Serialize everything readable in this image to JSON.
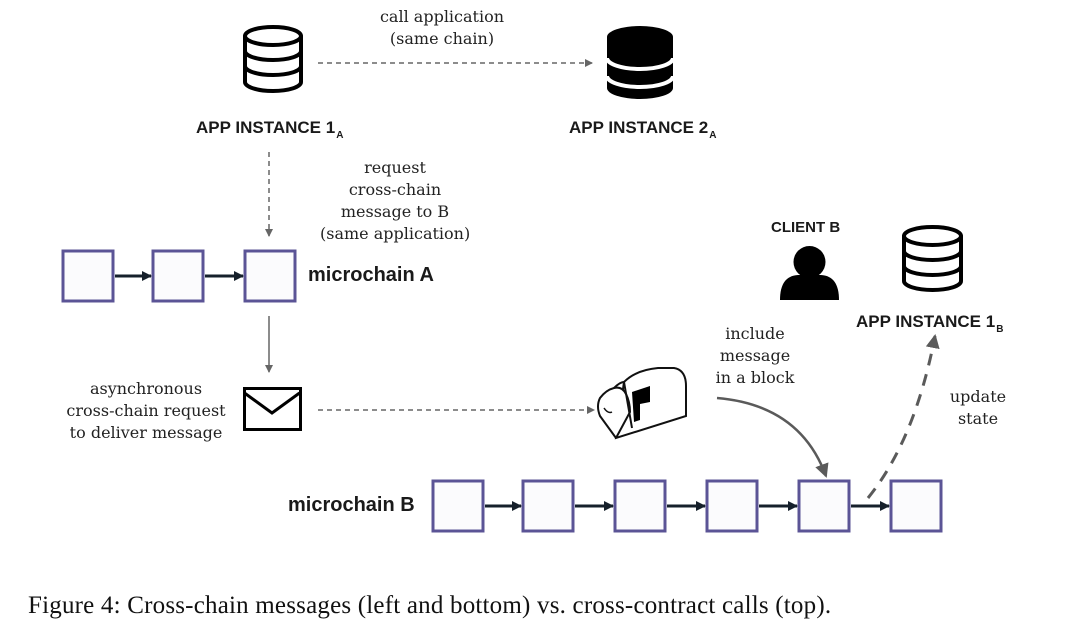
{
  "colors": {
    "block_border": "#5b5496",
    "block_fill": "#fbfbfd",
    "chain_arrow": "#16202b",
    "flow_arrow": "#5a5a5a",
    "icon": "#000000"
  },
  "top": {
    "app_instance_1a": {
      "label": "APP INSTANCE 1",
      "subscript": "A",
      "icon": "database-outline-icon"
    },
    "app_instance_2a": {
      "label": "APP INSTANCE 2",
      "subscript": "A",
      "icon": "database-filled-icon"
    },
    "call_label_line1": "call application",
    "call_label_line2": "(same chain)"
  },
  "left": {
    "request_label": [
      "request",
      "cross-chain",
      "message to B",
      "(same application)"
    ],
    "microchain_a": {
      "label": "microchain A",
      "block_count": 3
    },
    "async_label": [
      "asynchronous",
      "cross-chain request",
      "to deliver message"
    ],
    "message_icon": "envelope-icon",
    "inbox_icon": "mailbox-icon"
  },
  "right": {
    "client_b": {
      "label": "CLIENT B",
      "icon": "person-icon"
    },
    "app_instance_1b": {
      "label": "APP INSTANCE 1",
      "subscript": "B",
      "icon": "database-outline-icon"
    },
    "include_label": [
      "include",
      "message",
      "in a block"
    ],
    "update_label": [
      "update",
      "state"
    ]
  },
  "bottom": {
    "microchain_b": {
      "label": "microchain B",
      "block_count": 6
    }
  },
  "caption": "Figure 4: Cross-chain messages (left and bottom) vs. cross-contract calls (top)."
}
